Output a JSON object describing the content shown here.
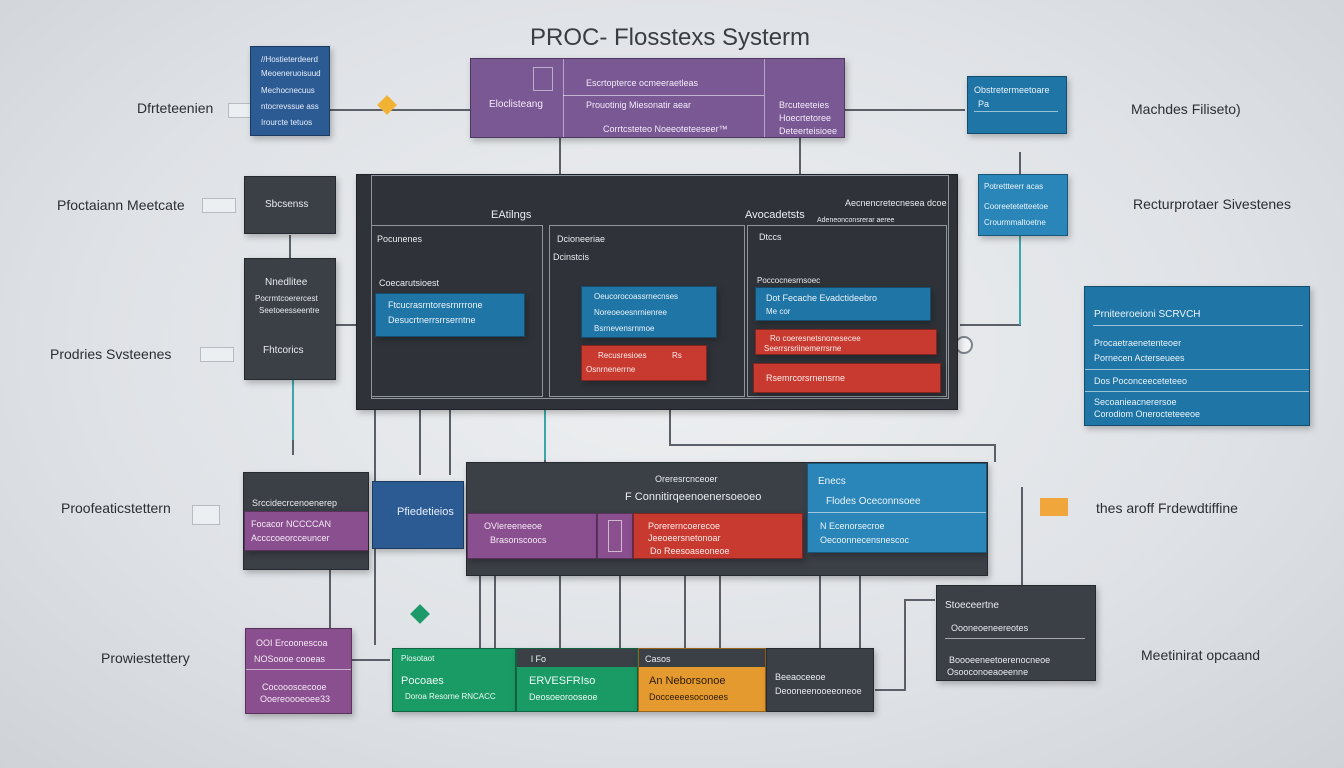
{
  "title": "PROC- Flosstexs Systerm",
  "side_labels": {
    "top_left": "Dfrteteenien",
    "mid_left_1": "Pfoctaiann Meetcate",
    "mid_left_2": "Prodries Svsteenes",
    "low_left": "Proofeaticstettern",
    "bottom_left": "Prowiestettery",
    "top_right": "Machdes Filiseto)",
    "mid_right": "Recturprotaer Sivestenes",
    "low_right": "thes aroff Frdewdtiffine",
    "bottom_right": "Meetinirat opcaand"
  },
  "top_left_box": [
    "//Hostieterdeerd",
    "Meoeneruoisuud",
    "Mechocnecuus",
    "ntocrevssue ass",
    "Irourcte tetuos"
  ],
  "top_center_box": {
    "left_title": "Eloclisteang",
    "header": "Escrtopterce ocmeeraetleas",
    "row1": "Prouotinig Miesonatir aear",
    "row2": "Corrtcsteteo Noeeoteteeseer™",
    "right1": "Brcuteeteies",
    "right2": "Hoecrtetoree",
    "right3": "Deteerteisioee"
  },
  "top_right_box": {
    "line1": "Obstretermeetoare",
    "line2": "Pa"
  },
  "mid_right_box": [
    "Potrettteerr acas",
    "Cooreetetetteetoe",
    "Crourmmaltoetne"
  ],
  "right_panel": {
    "header": "Prniteeroeioni SCRVCH",
    "rows": [
      "Procaetraenetenteoer",
      "Pornecen Acterseuees",
      "Dos Poconceeceteteeo",
      "Secoanieacnerersoe",
      "Corodiom Onerocteteeeoe"
    ]
  },
  "mid_left_small": "Sbcsenss",
  "tall_left_box": {
    "title": "Nnedlitee",
    "line1": "Pocrmtcoerercest",
    "line2": "Seetoeesseentre",
    "footer": "Fhtcorics"
  },
  "main_panel": {
    "col1_title": "EAtilngs",
    "col2_title": "Avocadetsts",
    "top_right_text": "Aecnencretecnesea dcoe",
    "top_right_sub": "Adeneonconsrerar aeree",
    "panel_a_title": "Pocunenes",
    "panel_a_sub": "Coecarutsioest",
    "panel_a_blue1": "Ftcucrasrntoresrnrrrone",
    "panel_a_blue2": "Desucrtnerrsrrserntne",
    "panel_b_title": "Dcioneeriae",
    "panel_b_sub": "Dcinstcis",
    "panel_b_blue1": "Oeucorocoassrnecnses",
    "panel_b_blue2": "Noreoeoesnrnienree",
    "panel_b_blue3": "Bsrnevensrnmoe",
    "panel_b_red1": "Recusresioes",
    "panel_b_red2": "Rs",
    "panel_b_red3": "Osnrnenerrne",
    "panel_c_title": "Dtccs",
    "panel_c_sub": "Poccocnesrnsoec",
    "panel_c_blue1": "Dot Fecache Evadctideebro",
    "panel_c_blue2": "Me cor",
    "panel_c_red1": "Ro coeresnetsnonesecee",
    "panel_c_red2": "Seerrsrsriinemerrsrne",
    "panel_c_red3": "Rsemrcorsrnensrne"
  },
  "low_left_box": {
    "header": "Srccidecrcenoenerep",
    "line1": "Focacor NCCCCAN",
    "line2": "Accccoeorcceuncer"
  },
  "navy_box": "Pfiedetieios",
  "low_center": {
    "top1": "Oreresrcnceoer",
    "top2": "F Connitirqeenoenersoeoeo",
    "purple1": "OVlereeneeoe",
    "purple2": "Brasonscoocs",
    "red1": "Porererncoerecoe",
    "red2": "Jeeoeersnetonoar",
    "red3": "Do Reesoaseoneoe",
    "blue_title": "Enecs",
    "blue1": "Flodes Oceconnsoee",
    "blue2": "N Ecenorsecroe",
    "blue3": "Oecoonnecensnescoc"
  },
  "lowright_dark": {
    "title": "Stoeceertne",
    "line1": "Oooneoeneereotes",
    "line2": "Boooeeneetoerenocneoe",
    "line3": "Osooconoeaoeenne"
  },
  "bottom_left_box": {
    "line1": "OOI Ercoonescoa",
    "line2": "NOSoooe cooeas",
    "line3": "Cocoooscecooe",
    "line4": "Ooereoooeoee33"
  },
  "bottom_center": {
    "green1_title": "Piosotaot",
    "green1_a": "Pocoaes",
    "green1_b": "Doroa Resorne RNCACC",
    "green2_top": "l Fo",
    "green2_a": "ERVESFRIso",
    "green2_b": "Deosoeorooseoe",
    "orange_top": "Casos",
    "orange_a": "An Neborsonoe",
    "orange_b": "Docceeeesocooees",
    "dark_a": "Beeaoceeoe",
    "dark_b": "Deooneenooeeoneoe"
  }
}
